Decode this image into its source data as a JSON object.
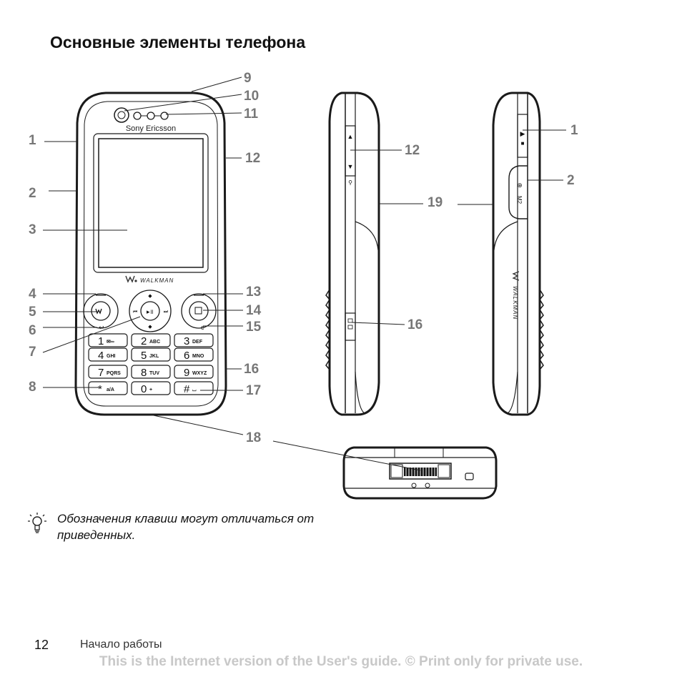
{
  "page": {
    "title": "Основные элементы телефона",
    "note": "Обозначения клавиш могут отличаться от приведенных.",
    "page_number": "12",
    "section": "Начало работы",
    "footer": "This is the Internet version of the User's guide. © Print only for private use."
  },
  "phone": {
    "brand": "Sony Ericsson",
    "walkman": "WALKMAN",
    "side_card_label": "M2",
    "keys": [
      {
        "digit": "1",
        "letters": "✉∞"
      },
      {
        "digit": "2",
        "letters": "ABC"
      },
      {
        "digit": "3",
        "letters": "DEF"
      },
      {
        "digit": "4",
        "letters": "GHI"
      },
      {
        "digit": "5",
        "letters": "JKL"
      },
      {
        "digit": "6",
        "letters": "MNO"
      },
      {
        "digit": "7",
        "letters": "PQRS"
      },
      {
        "digit": "8",
        "letters": "TUV"
      },
      {
        "digit": "9",
        "letters": "WXYZ"
      },
      {
        "digit": "*",
        "letters": "a/A"
      },
      {
        "digit": "0",
        "letters": "+"
      },
      {
        "digit": "#",
        "letters": "⌴"
      }
    ]
  },
  "callouts": {
    "front": [
      "1",
      "2",
      "3",
      "4",
      "5",
      "6",
      "7",
      "8",
      "9",
      "10",
      "11",
      "12",
      "13",
      "14",
      "15",
      "16",
      "17",
      "18"
    ],
    "side_left": [
      "12",
      "16",
      "19"
    ],
    "side_right": [
      "1",
      "2"
    ]
  },
  "colors": {
    "callout": "#777777",
    "outline": "#1a1a1a",
    "footer": "#c8c8c8"
  },
  "icons": [
    "tip-bulb-icon",
    "walkman-logo-icon",
    "play-pause-icon",
    "camera-icon",
    "volume-arrows-icon",
    "memory-card-icon"
  ]
}
